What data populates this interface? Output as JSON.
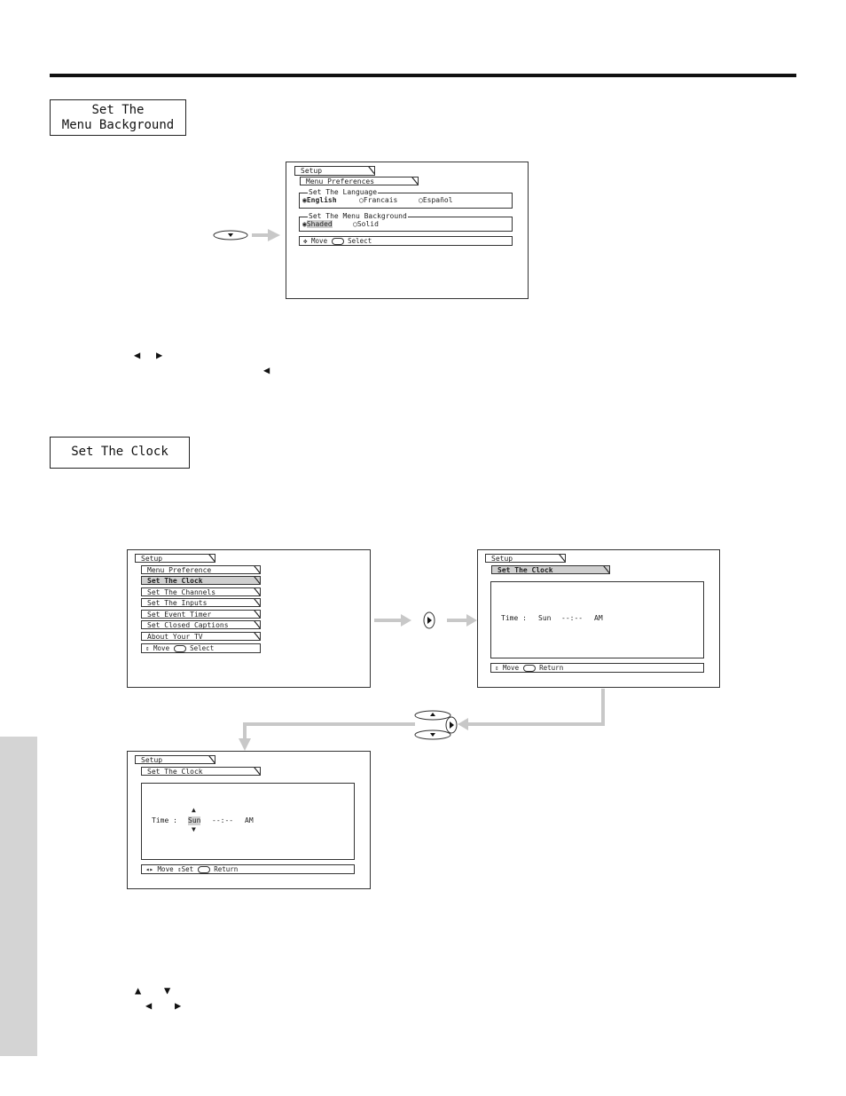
{
  "sections": {
    "menu_background_title_line1": "Set The",
    "menu_background_title_line2": "Menu Background",
    "clock_title": "Set The Clock"
  },
  "menu_pref_screen": {
    "setup_tab": "Setup",
    "sub_tab": "Menu Preferences",
    "language_legend": "Set The Language",
    "lang_options": [
      "English",
      "Francais",
      "Español"
    ],
    "background_legend": "Set The Menu Background",
    "bg_options": [
      "Shaded",
      "Solid"
    ],
    "status_move": "Move",
    "status_select": "Select"
  },
  "setup_menu_screen": {
    "setup_tab": "Setup",
    "items": [
      "Menu Preference",
      "Set The Clock",
      "Set The Channels",
      "Set The Inputs",
      "Set Event Timer",
      "Set Closed Captions",
      "About Your TV"
    ],
    "status_move": "Move",
    "status_select": "Select"
  },
  "clock_screen": {
    "setup_tab": "Setup",
    "sub_tab": "Set The Clock",
    "time_label": "Time :",
    "day": "Sun",
    "time": "--:--",
    "ampm": "AM",
    "status_move": "Move",
    "status_return": "Return"
  },
  "clock_edit_screen": {
    "setup_tab": "Setup",
    "sub_tab": "Set The Clock",
    "time_label": "Time :",
    "day": "Sun",
    "time": "--:--",
    "ampm": "AM",
    "status_move": "Move",
    "status_set": "Set",
    "status_return": "Return"
  },
  "icons": {
    "remote_button": "oval-button",
    "arrow_left": "◀",
    "arrow_right": "▶",
    "arrow_up": "▲",
    "arrow_down": "▼",
    "radio_on": "◉",
    "radio_off": "○",
    "four_way": "✥",
    "up_down": "⇕",
    "left_right": "◂▸"
  },
  "colors": {
    "highlight": "#cfcfcf",
    "flow_arrow": "#c8c8c8",
    "sidebar": "#d4d4d4"
  }
}
